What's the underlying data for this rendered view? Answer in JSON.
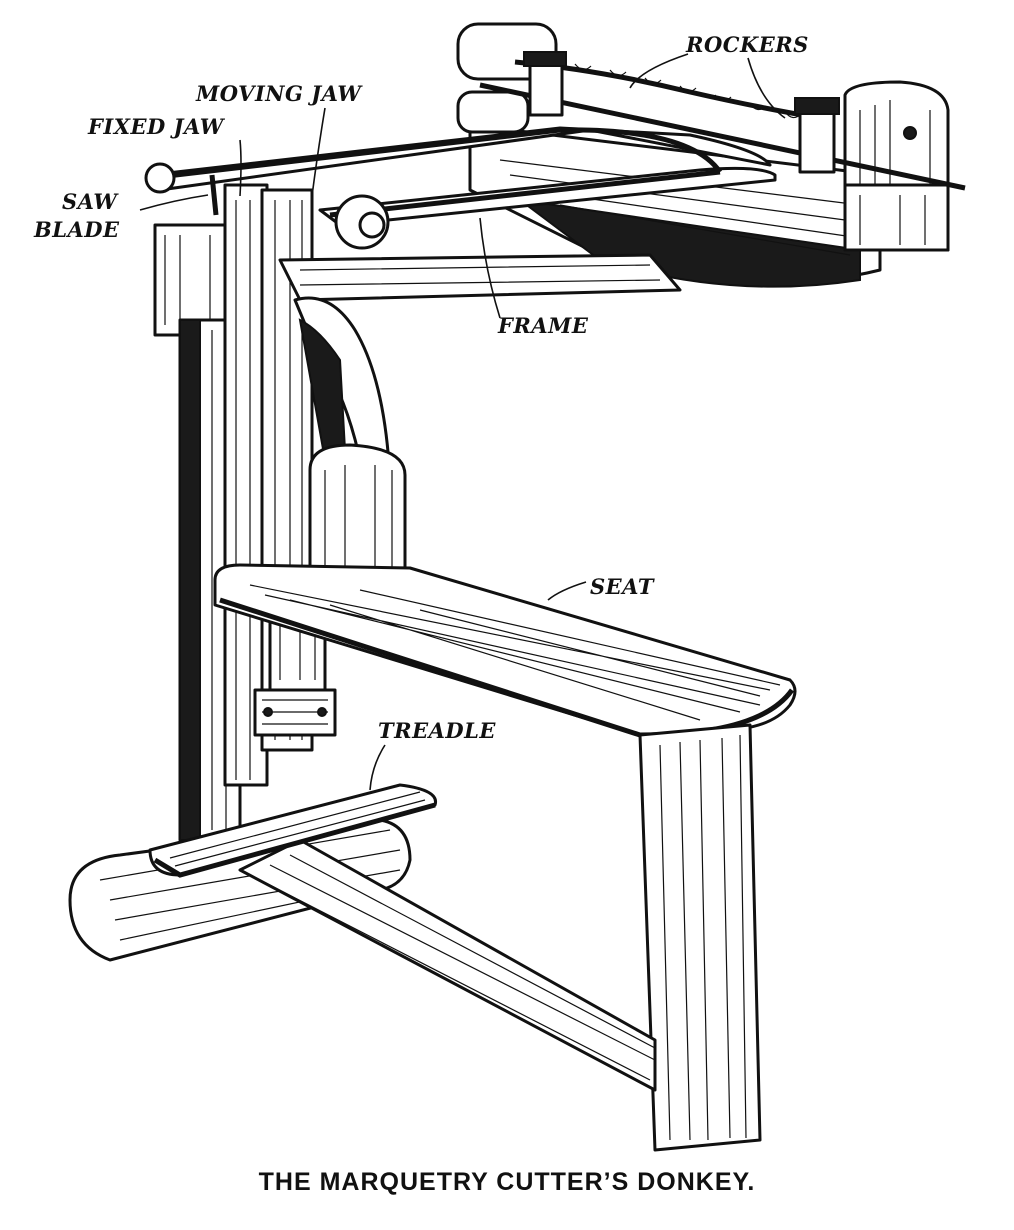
{
  "caption": "THE MARQUETRY CUTTER’S DONKEY.",
  "labels": {
    "rockers": "ROCKERS",
    "moving_jaw": "MOVING JAW",
    "fixed_jaw": "FIXED JAW",
    "saw_line1": "SAW",
    "saw_line2": "BLADE",
    "frame": "FRAME",
    "seat": "SEAT",
    "treadle": "TREADLE"
  }
}
